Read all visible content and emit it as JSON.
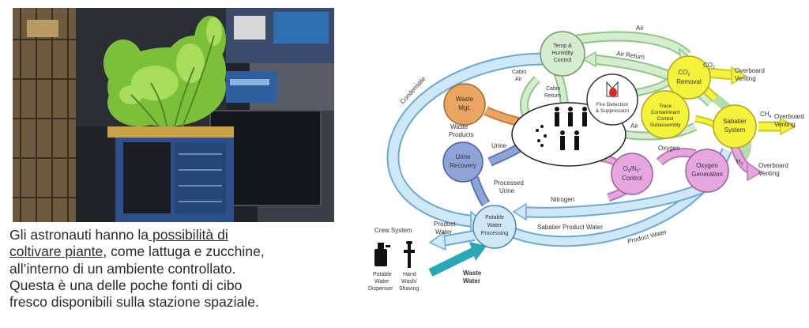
{
  "caption": {
    "line1_pre": "Gli astronauti hanno la",
    "line1_link": " possibilità di",
    "line2_link": "coltivare piante",
    "line2_post": ", come lattuga e zucchine,",
    "line3": "all’interno di un ambiente controllato.",
    "line4": "Questa è una delle poche fonti di cibo",
    "line5": "fresco disponibili sulla stazione spaziale."
  },
  "diagram": {
    "nodes": {
      "temp": [
        "Temp &",
        "Humidity",
        "Control"
      ],
      "co2": [
        "CO",
        "2",
        "Removal"
      ],
      "waste": [
        "Waste",
        "Mgt."
      ],
      "fire": [
        "Fire Detection",
        "& Suppression"
      ],
      "trace": [
        "Trace",
        "Contaminant",
        "Control",
        "Subassembly"
      ],
      "sabatier": [
        "Sabatier",
        "System"
      ],
      "urine": [
        "Urine",
        "Recovery"
      ],
      "o2n2": [
        "O",
        "2",
        "/N",
        "2",
        "-",
        "Control"
      ],
      "oxygen": [
        "Oxygen",
        "Generation"
      ],
      "potable": [
        "Potable",
        "Water",
        "Processing"
      ]
    },
    "labels": {
      "air_top": "Air",
      "air_return": "Air Return",
      "cabin_air": [
        "Cabin",
        "Air"
      ],
      "cabin_return": [
        "Cabin",
        "Return"
      ],
      "air_mid": "Air",
      "co2": "CO",
      "co2_sub": "2",
      "overboard1": [
        "Overboard",
        "Venting"
      ],
      "ch4": "CH",
      "ch4_sub": "4",
      "overboard2": [
        "Overboard",
        "Venting"
      ],
      "h2": "H",
      "h2_sub": "2",
      "overboard3": [
        "Overboard",
        "Venting"
      ],
      "oxygen": "Oxygen",
      "condensate": "Condensate",
      "waste_products": [
        "Waste",
        "Products"
      ],
      "urine": "Urine",
      "processed_urine": [
        "Processed",
        "Urine"
      ],
      "nitrogen": "Nitrogen",
      "sabatier_product_water": "Sabatier Product Water",
      "product_water_right": "Product Water",
      "product_water_left": [
        "Product",
        "Water"
      ],
      "crew_system": "Crew System",
      "waste_water": [
        "Waste",
        "Water"
      ],
      "potable_dispenser": [
        "Potable",
        "Water",
        "Dispenser"
      ],
      "hand_wash": [
        "Hand",
        "Wash/",
        "Shaving"
      ]
    },
    "colors": {
      "blue_loop": "#cfe8f6",
      "blue_stroke": "#6aa9d4",
      "green": "#d5ecd0",
      "yellow": "#f4f23b",
      "purple": "#e6a6e0",
      "orange": "#e9a561",
      "blue_node": "#8fa3d8",
      "teal": "#2aa7b5"
    }
  }
}
